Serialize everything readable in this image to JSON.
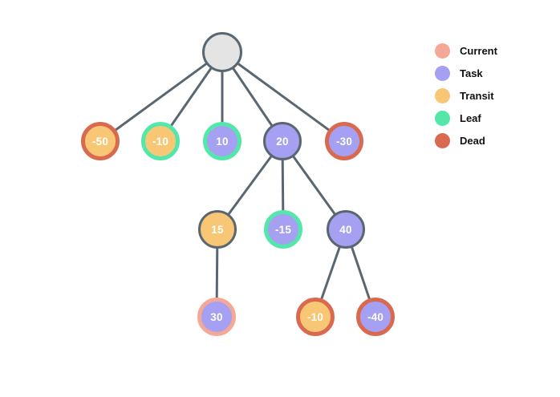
{
  "colors": {
    "current": "#F6A896",
    "task": "#A5A0F2",
    "transit": "#F8C776",
    "leaf": "#54E7AA",
    "dead": "#D96A4F",
    "root_fill": "#E4E4E4",
    "edge": "#5B6770",
    "node_text": "#FFFFFF",
    "legend_text": "#111111"
  },
  "legend": {
    "items": [
      {
        "label": "Current",
        "color_key": "current"
      },
      {
        "label": "Task",
        "color_key": "task"
      },
      {
        "label": "Transit",
        "color_key": "transit"
      },
      {
        "label": "Leaf",
        "color_key": "leaf"
      },
      {
        "label": "Dead",
        "color_key": "dead"
      }
    ]
  },
  "tree": {
    "root": {
      "label": "",
      "fill": "root",
      "ring": "none"
    },
    "nodes": [
      {
        "label": "-50",
        "fill": "transit",
        "ring": "dead"
      },
      {
        "label": "-10",
        "fill": "transit",
        "ring": "leaf"
      },
      {
        "label": "10",
        "fill": "task",
        "ring": "leaf"
      },
      {
        "label": "20",
        "fill": "task",
        "ring": "none"
      },
      {
        "label": "-30",
        "fill": "task",
        "ring": "dead"
      },
      {
        "label": "15",
        "fill": "transit",
        "ring": "none"
      },
      {
        "label": "-15",
        "fill": "task",
        "ring": "leaf"
      },
      {
        "label": "40",
        "fill": "task",
        "ring": "none"
      },
      {
        "label": "30",
        "fill": "task",
        "ring": "current"
      },
      {
        "label": "-10",
        "fill": "transit",
        "ring": "dead"
      },
      {
        "label": "-40",
        "fill": "task",
        "ring": "dead"
      }
    ],
    "edges": [
      [
        "root",
        "-50"
      ],
      [
        "root",
        "-10"
      ],
      [
        "root",
        "10"
      ],
      [
        "root",
        "20"
      ],
      [
        "root",
        "-30"
      ],
      [
        "20",
        "15"
      ],
      [
        "20",
        "-15"
      ],
      [
        "20",
        "40"
      ],
      [
        "15",
        "30"
      ],
      [
        "40",
        "-10"
      ],
      [
        "40",
        "-40"
      ]
    ]
  }
}
